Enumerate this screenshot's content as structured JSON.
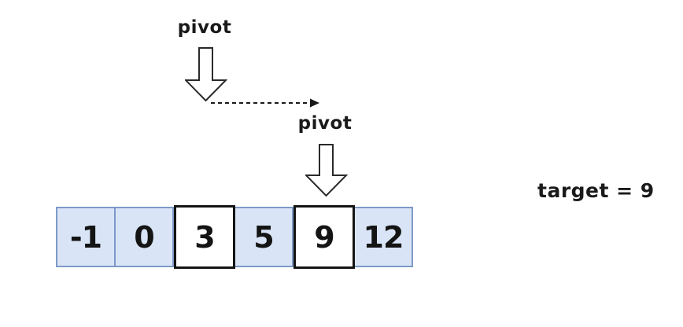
{
  "diagram": {
    "title_hint": "binary-search pivot movement diagram",
    "pivot1": {
      "label": "pivot"
    },
    "pivot2": {
      "label": "pivot"
    },
    "target": {
      "label": "target = 9"
    },
    "array": {
      "cells": [
        {
          "value": "-1",
          "highlighted": false
        },
        {
          "value": "0",
          "highlighted": false
        },
        {
          "value": "3",
          "highlighted": true
        },
        {
          "value": "5",
          "highlighted": false
        },
        {
          "value": "9",
          "highlighted": true
        },
        {
          "value": "12",
          "highlighted": false
        }
      ]
    },
    "icons": {
      "pivot1_arrow": "down-block-arrow-icon",
      "pivot2_arrow": "down-block-arrow-icon",
      "move_arrow": "dashed-right-arrow-icon"
    },
    "colors": {
      "cell_fill": "#d9e5f7",
      "cell_border": "#7e99c7",
      "highlight_fill": "#ffffff",
      "highlight_border": "#141414",
      "ink": "#1a1a1a",
      "background": "#ffffff"
    }
  }
}
